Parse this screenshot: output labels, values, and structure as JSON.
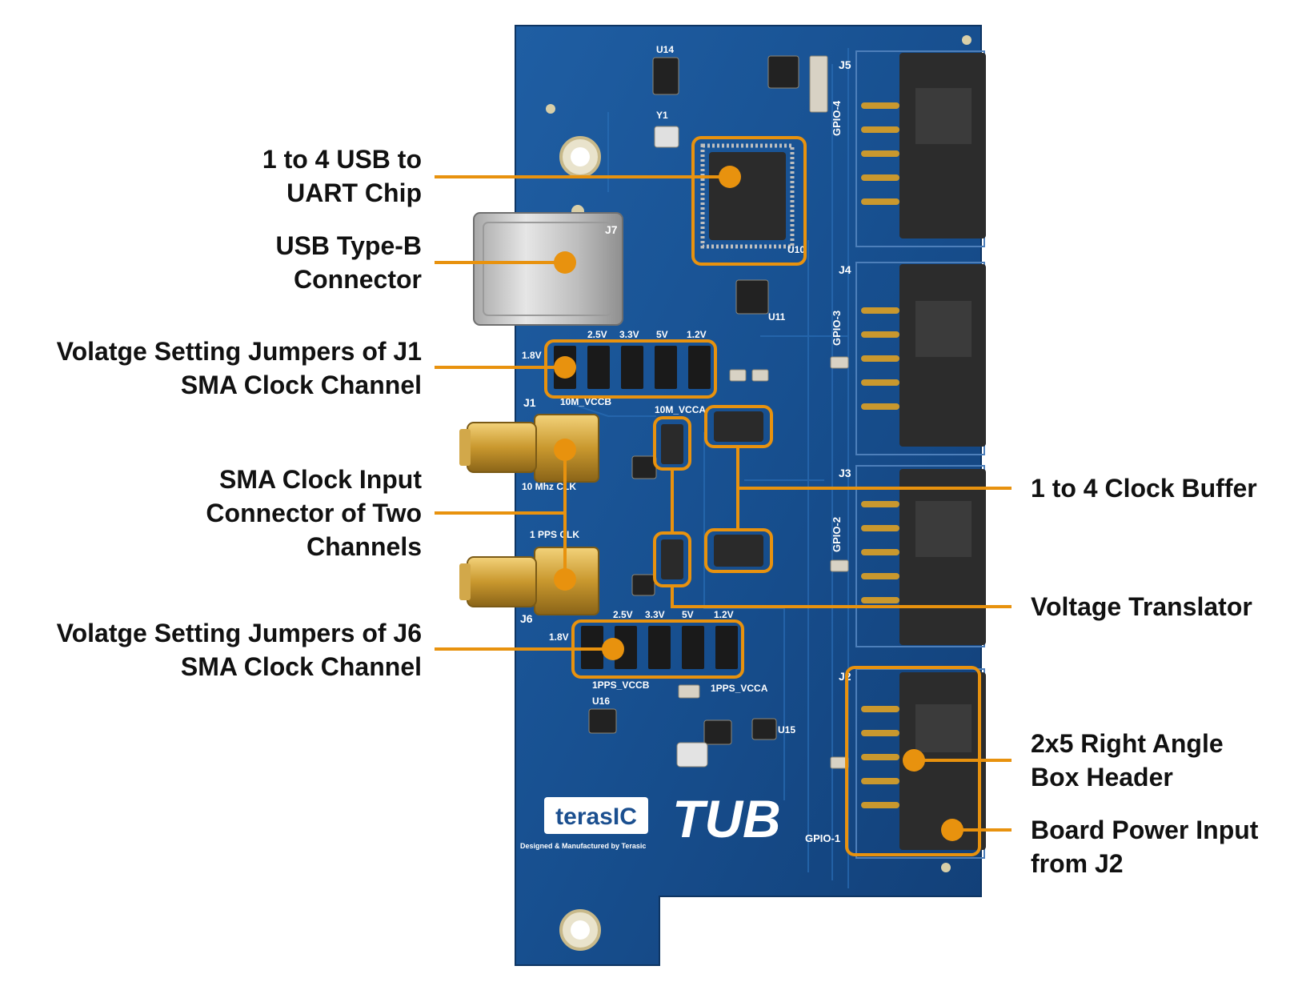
{
  "accent_color": "#e8920e",
  "board": {
    "brand_logo_text": "terasIC",
    "brand_tagline": "Designed & Manufactured by Terasic",
    "product_name": "TUB",
    "silkscreen": {
      "j1": "J1",
      "j2": "J2",
      "j3": "J3",
      "j4": "J4",
      "j5": "J5",
      "j6": "J6",
      "j7": "J7",
      "gpio4": "GPIO-4",
      "gpio3": "GPIO-3",
      "gpio2": "GPIO-2",
      "gpio1": "GPIO-1",
      "u10": "U10",
      "u11": "U11",
      "u14": "U14",
      "u16": "U16",
      "u15": "U15",
      "y1": "Y1",
      "clk10m": "10 Mhz CLK",
      "clk1pps": "1 PPS CLK",
      "vcc10m": "10M_VCCB",
      "vcca10m": "10M_VCCA",
      "vcc1pps": "1PPS_VCCB",
      "vcca1pps": "1PPS_VCCA",
      "jp_top": [
        "1.8V",
        "2.5V",
        "3.3V",
        "5V",
        "1.2V"
      ],
      "jp_bottom": [
        "1.8V",
        "2.5V",
        "3.3V",
        "5V",
        "1.2V"
      ]
    }
  },
  "callouts": {
    "usb_uart": [
      "1 to 4 USB to",
      "UART Chip"
    ],
    "usb_typeb": [
      "USB Type-B",
      "Connector"
    ],
    "jumpers_j1": [
      "Volatge Setting Jumpers of J1",
      "SMA Clock Channel"
    ],
    "sma_input": [
      "SMA Clock Input",
      "Connector of Two",
      "Channels"
    ],
    "jumpers_j6": [
      "Volatge Setting Jumpers of J6",
      "SMA Clock Channel"
    ],
    "clock_buffer": [
      "1 to 4 Clock Buffer"
    ],
    "voltage_translator": [
      "Voltage Translator"
    ],
    "box_header": [
      "2x5 Right Angle",
      "Box Header"
    ],
    "power_input": [
      "Board Power Input",
      "from J2"
    ]
  }
}
